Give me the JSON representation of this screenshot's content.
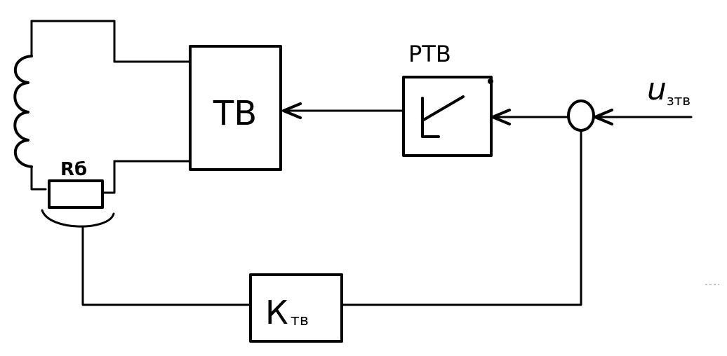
{
  "labels": {
    "tv_block": "ТВ",
    "rtv_label": "РТВ",
    "resistor_label": "Rб",
    "ktv_main": "К",
    "ktv_sub": "тв",
    "input_main": "u",
    "input_sub": "зтв"
  },
  "colors": {
    "ink": "#000000",
    "background": "#ffffff"
  }
}
